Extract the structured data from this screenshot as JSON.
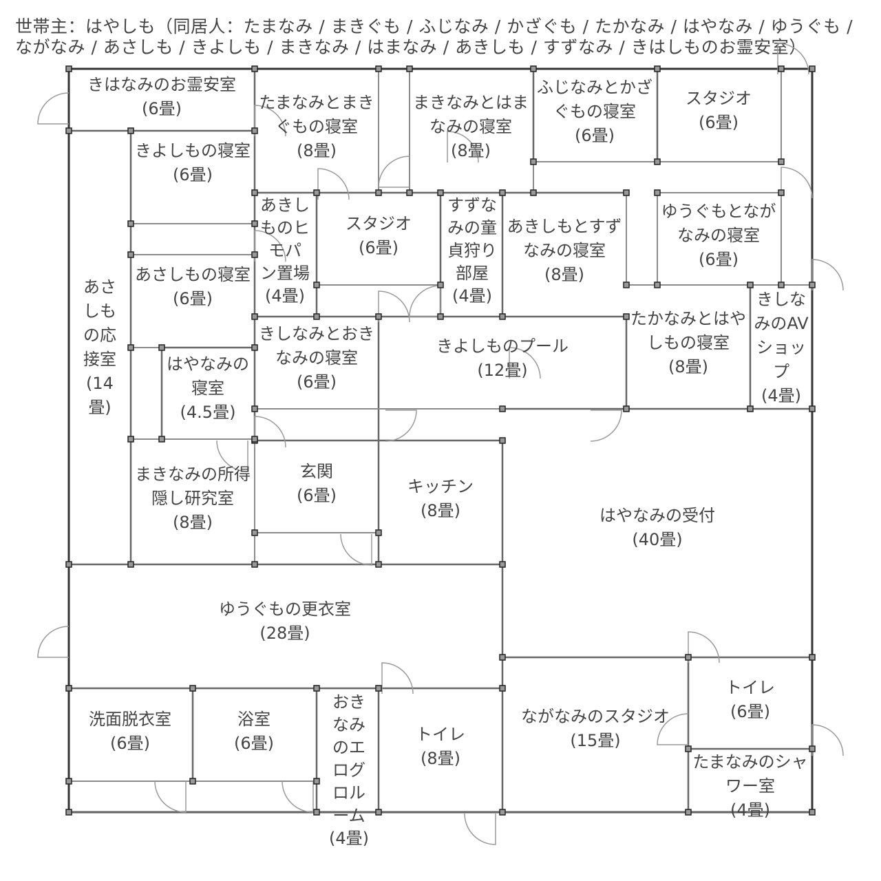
{
  "header": {
    "text": "世帯主：はやしも（同居人：たまなみ / まきぐも / ふじなみ / かざぐも / たかなみ / はやなみ / ゆうぐも / ながなみ / あさしも / きよしも / まきなみ / はまなみ / あきしも / すずなみ / きはしものお霊安室）"
  },
  "rooms": [
    {
      "id": "reian",
      "name": "きはなみのお霊安室",
      "size": "(6畳)"
    },
    {
      "id": "tamamaki",
      "name": "たまなみとまきぐもの寝室",
      "size": "(8畳)"
    },
    {
      "id": "makihama",
      "name": "まきなみとはまなみの寝室",
      "size": "(8畳)"
    },
    {
      "id": "fujikaza",
      "name": "ふじなみとかざぐもの寝室",
      "size": "(6畳)"
    },
    {
      "id": "studio1",
      "name": "スタジオ",
      "size": "(6畳)"
    },
    {
      "id": "kiyoshimo",
      "name": "きよしもの寝室",
      "size": "(6畳)"
    },
    {
      "id": "akishimo_himo",
      "name": "あきしものヒモパン置場",
      "size": "(4畳)"
    },
    {
      "id": "studio2",
      "name": "スタジオ",
      "size": "(6畳)"
    },
    {
      "id": "suzu_doutei",
      "name": "すずなみの童貞狩り部屋",
      "size": "(4畳)"
    },
    {
      "id": "akisuzu",
      "name": "あきしもとすずなみの寝室",
      "size": "(8畳)"
    },
    {
      "id": "yuunaga",
      "name": "ゆうぐもとながなみの寝室",
      "size": "(6畳)"
    },
    {
      "id": "asashimo_ouse",
      "name": "あさしもの応接室",
      "size": "(14畳)"
    },
    {
      "id": "asashimo",
      "name": "あさしもの寝室",
      "size": "(6畳)"
    },
    {
      "id": "kishioki",
      "name": "きしなみとおきなみの寝室",
      "size": "(6畳)"
    },
    {
      "id": "pool",
      "name": "きよしものプール",
      "size": "(12畳)"
    },
    {
      "id": "takahaya",
      "name": "たかなみとはやしもの寝室",
      "size": "(8畳)"
    },
    {
      "id": "kishi_av",
      "name": "きしなみのAVショップ",
      "size": "(4畳)"
    },
    {
      "id": "hayanami",
      "name": "はやなみの寝室",
      "size": "(4.5畳)"
    },
    {
      "id": "makinami_lab",
      "name": "まきなみの所得隠し研究室",
      "size": "(8畳)"
    },
    {
      "id": "genkan",
      "name": "玄関",
      "size": "(6畳)"
    },
    {
      "id": "kitchen",
      "name": "キッチン",
      "size": "(8畳)"
    },
    {
      "id": "uketsuke",
      "name": "はやなみの受付",
      "size": "(40畳)"
    },
    {
      "id": "koui",
      "name": "ゆうぐもの更衣室",
      "size": "(28畳)"
    },
    {
      "id": "senmen",
      "name": "洗面脱衣室",
      "size": "(6畳)"
    },
    {
      "id": "yokushitsu",
      "name": "浴室",
      "size": "(6畳)"
    },
    {
      "id": "ero",
      "name": "おきなみのエログロルーム",
      "size": "(4畳)"
    },
    {
      "id": "toilet1",
      "name": "トイレ",
      "size": "(8畳)"
    },
    {
      "id": "naga_studio",
      "name": "ながなみのスタジオ",
      "size": "(15畳)"
    },
    {
      "id": "toilet2",
      "name": "トイレ",
      "size": "(6畳)"
    },
    {
      "id": "shower",
      "name": "たまなみのシャワー室",
      "size": "(4畳)"
    }
  ]
}
